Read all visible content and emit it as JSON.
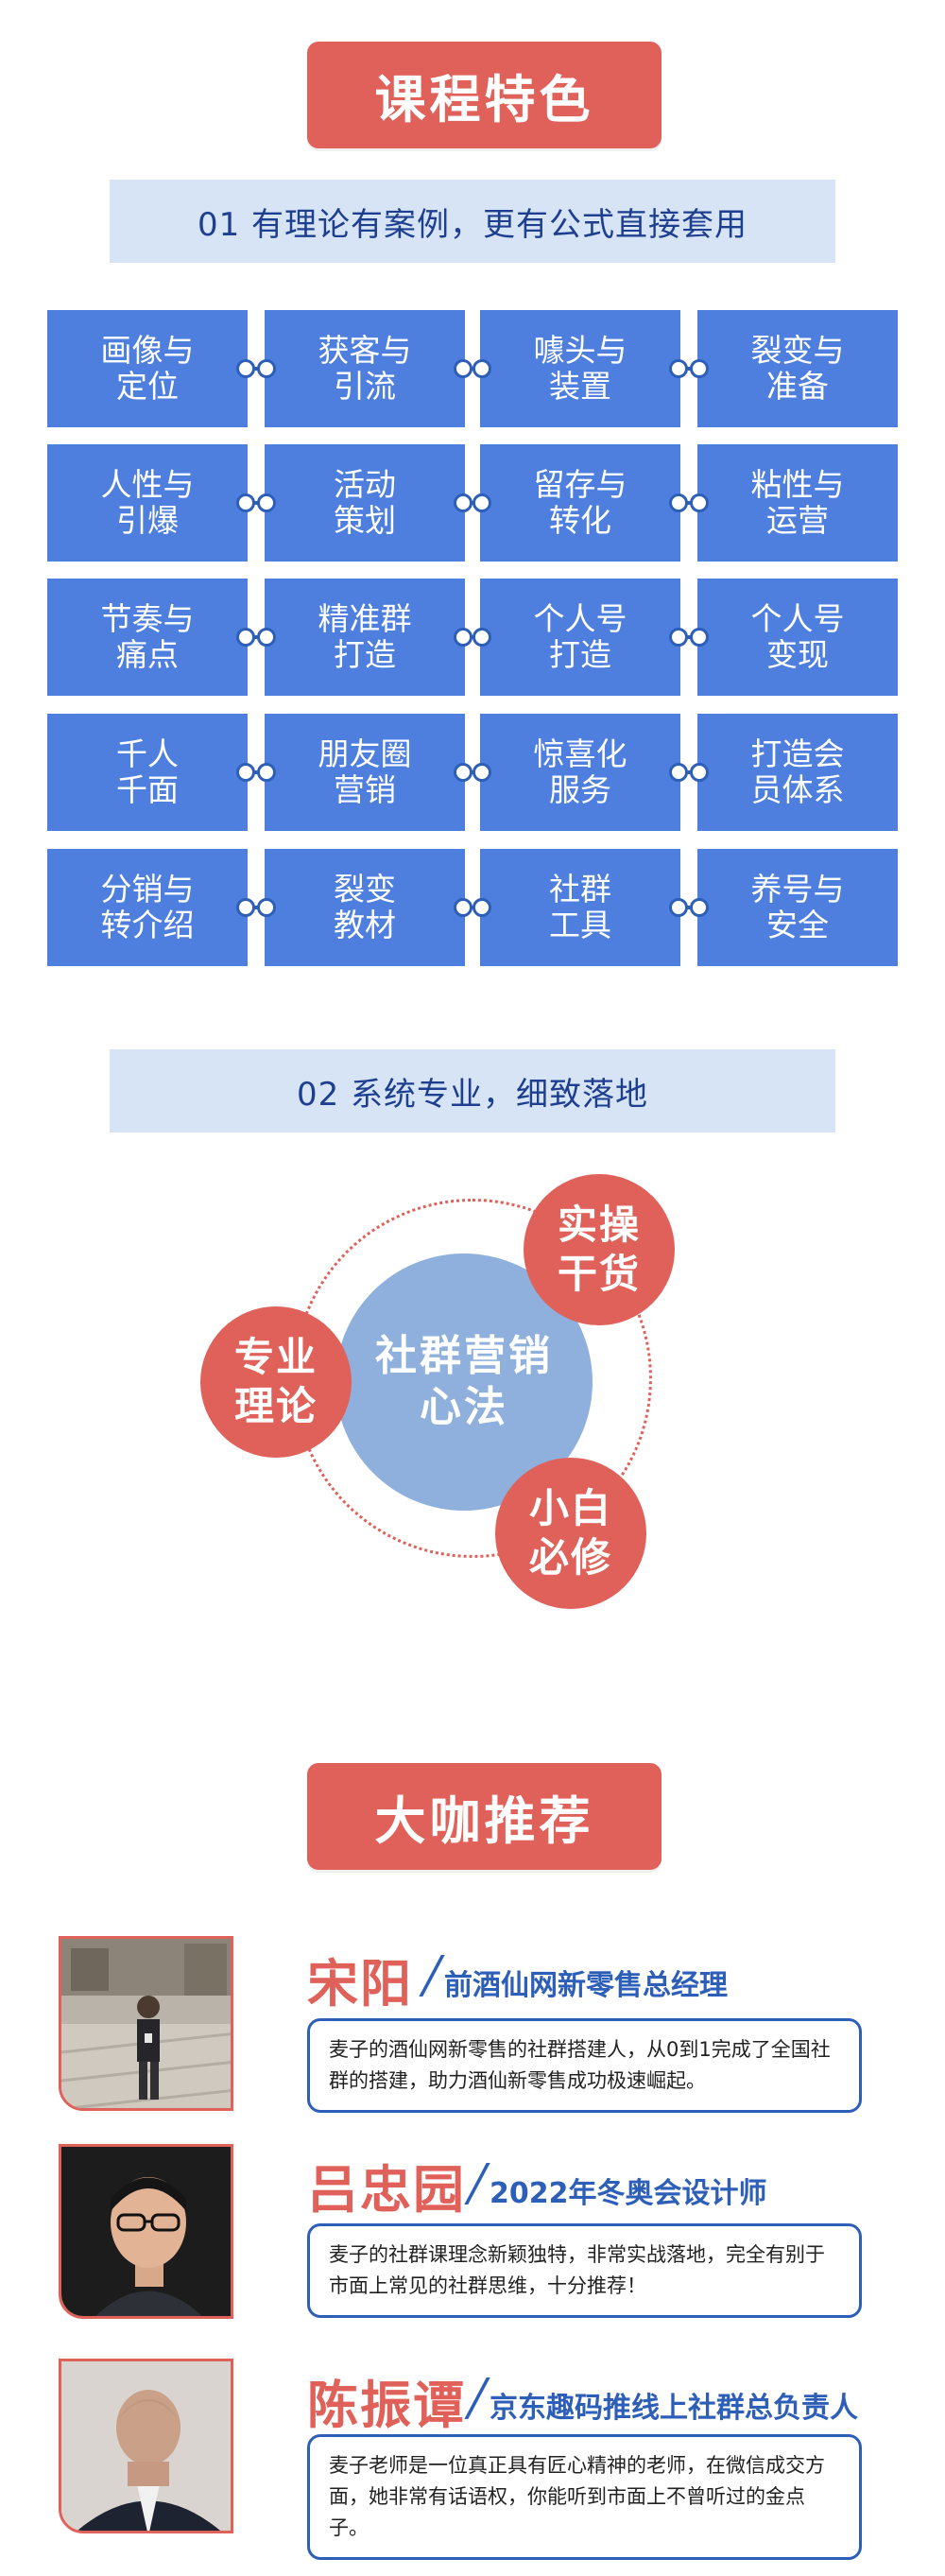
{
  "features": {
    "banner": "课程特色",
    "sub1": "01 有理论有案例，更有公式直接套用",
    "grid": [
      [
        "画像与\n定位",
        "获客与\n引流",
        "噱头与\n装置",
        "裂变与\n准备"
      ],
      [
        "人性与\n引爆",
        "活动\n策划",
        "留存与\n转化",
        "粘性与\n运营"
      ],
      [
        "节奏与\n痛点",
        "精准群\n打造",
        "个人号\n打造",
        "个人号\n变现"
      ],
      [
        "千人\n千面",
        "朋友圈\n营销",
        "惊喜化\n服务",
        "打造会\n员体系"
      ],
      [
        "分销与\n转介绍",
        "裂变\n教材",
        "社群\n工具",
        "养号与\n安全"
      ]
    ],
    "sub2": "02 系统专业，细致落地"
  },
  "diagram": {
    "center": "社群营销心法",
    "top_right": "实操干货",
    "left": "专业理论",
    "bottom_right": "小白必修"
  },
  "recommend": {
    "banner": "大咖推荐",
    "experts": [
      {
        "name": "宋阳",
        "title": "前酒仙网新零售总经理",
        "quote": "麦子的酒仙网新零售的社群搭建人，从0到1完成了全国社群的搭建，助力酒仙新零售成功极速崛起。"
      },
      {
        "name": "吕忠园",
        "title": "2022年冬奥会设计师",
        "quote": "麦子的社群课理念新颖独特，非常实战落地，完全有别于市面上常见的社群思维，十分推荐！"
      },
      {
        "name": "陈振谭",
        "title": "京东趣码推线上社群总负责人",
        "quote": "麦子老师是一位真正具有匠心精神的老师，在微信成交方面，她非常有话语权，你能听到市面上不曾听过的金点子。"
      }
    ]
  }
}
